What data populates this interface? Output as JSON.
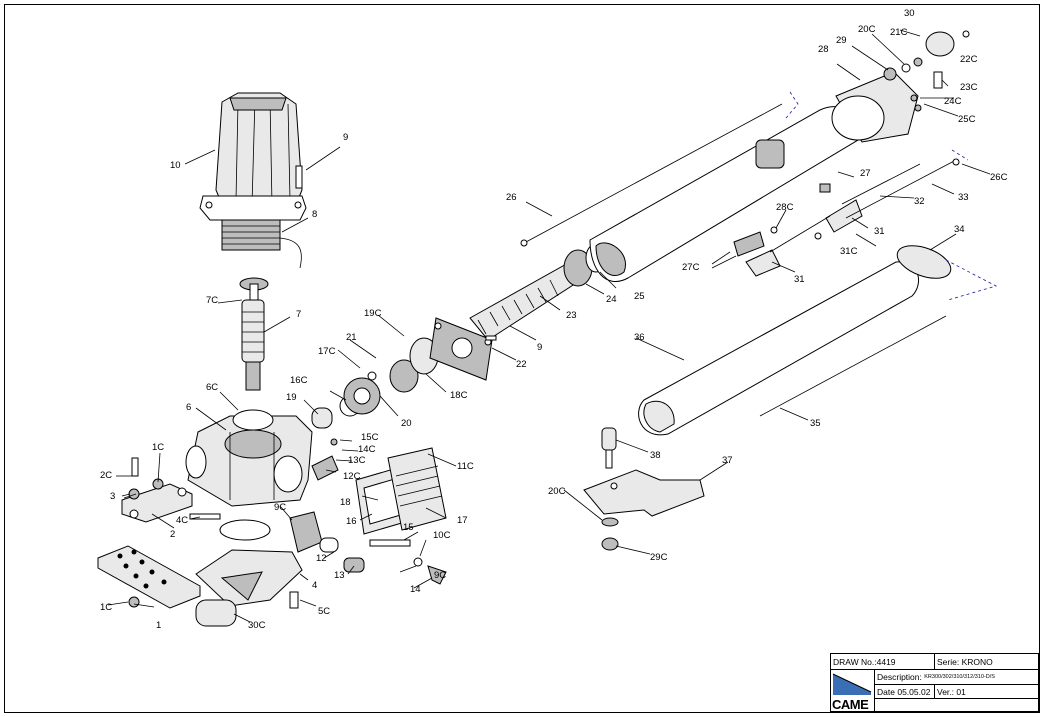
{
  "drawing": {
    "labels": [
      "1",
      "1C",
      "1C",
      "2",
      "2C",
      "3",
      "4",
      "4C",
      "5C",
      "6",
      "6C",
      "7",
      "7C",
      "8",
      "9",
      "9",
      "9C",
      "9C",
      "10",
      "10C",
      "11C",
      "12",
      "12C",
      "13",
      "13C",
      "14",
      "14C",
      "15",
      "15C",
      "16",
      "16C",
      "17",
      "17C",
      "18",
      "18C",
      "19",
      "19C",
      "20",
      "20C",
      "20C",
      "21",
      "21C",
      "22",
      "22C",
      "23",
      "23C",
      "24",
      "24C",
      "25",
      "25C",
      "26",
      "26C",
      "27",
      "27C",
      "28",
      "28C",
      "29",
      "29C",
      "30",
      "30C",
      "31",
      "31",
      "31C",
      "32",
      "33",
      "34",
      "35",
      "36",
      "37",
      "38"
    ]
  },
  "title_block": {
    "draw_no_label": "DRAW No.:",
    "draw_no": "4419",
    "serie_label": "Serie:",
    "serie": "KRONO",
    "description_label": "Description:",
    "description": "KR300/302/310/312/310-D/S",
    "date_label": "Date",
    "date": "05.05.02",
    "ver_label": "Ver.:",
    "ver": "01",
    "logo": "CAME"
  },
  "colors": {
    "line": "#000000",
    "leader_dash": "#1a1aa0",
    "logo_blue": "#3b6fb5"
  }
}
